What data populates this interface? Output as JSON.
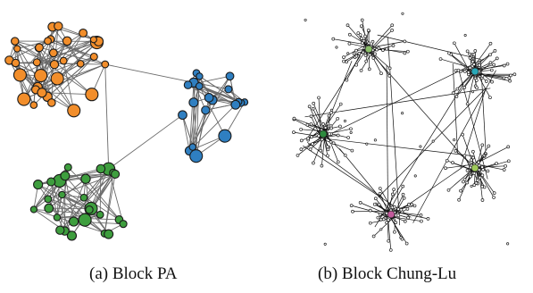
{
  "figure": {
    "panels": [
      {
        "caption": "(a)  Block PA",
        "communities": [
          {
            "color": "#f28e2b",
            "nodes": 34
          },
          {
            "color": "#2f7fc1",
            "nodes": 20
          },
          {
            "color": "#3e9e3e",
            "nodes": 28
          }
        ]
      },
      {
        "caption": "(b)  Block Chung-Lu",
        "communities": [
          {
            "hub_color": "#8bbf6a"
          },
          {
            "hub_color": "#2aa8b8"
          },
          {
            "hub_color": "#2e8b3e"
          },
          {
            "hub_color": "#9ec85a"
          },
          {
            "hub_color": "#c25a9c"
          }
        ]
      }
    ]
  }
}
